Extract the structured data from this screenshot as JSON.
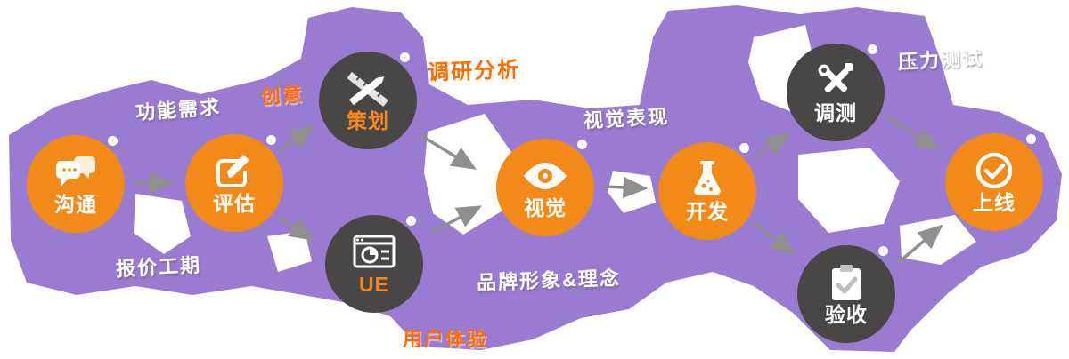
{
  "diagram": {
    "colors": {
      "background_purple": "#9a7bd2",
      "accent_orange": "#f18a18",
      "dark_gray": "#494646",
      "arrow_gray": "#8f8f8f",
      "text_white": "#ffffff",
      "text_orange": "#ff6d00"
    },
    "steps": [
      {
        "label": "沟通",
        "icon": "chat-bubbles-icon",
        "variant": "orange"
      },
      {
        "label": "评估",
        "icon": "edit-pencil-icon",
        "variant": "orange"
      },
      {
        "label": "策划",
        "icon": "ruler-pencil-icon",
        "variant": "dark"
      },
      {
        "label": "UE",
        "icon": "browser-chart-icon",
        "variant": "dark"
      },
      {
        "label": "视觉",
        "icon": "eye-icon",
        "variant": "orange"
      },
      {
        "label": "开发",
        "icon": "flask-icon",
        "variant": "orange"
      },
      {
        "label": "调测",
        "icon": "tools-icon",
        "variant": "dark"
      },
      {
        "label": "验收",
        "icon": "clipboard-check-icon",
        "variant": "dark"
      },
      {
        "label": "上线",
        "icon": "check-circle-icon",
        "variant": "orange"
      }
    ],
    "annotations": [
      {
        "text": "功能需求",
        "color": "white"
      },
      {
        "text": "报价工期",
        "color": "white"
      },
      {
        "text": "创意",
        "color": "orange"
      },
      {
        "text": "调研分析",
        "color": "orange"
      },
      {
        "text": "视觉表现",
        "color": "white"
      },
      {
        "text": "品牌形象&理念",
        "color": "white"
      },
      {
        "text": "用户体验",
        "color": "orange"
      },
      {
        "text": "压力测试",
        "color": "white"
      }
    ],
    "flow": [
      "沟通→评估",
      "评估→策划",
      "评估→UE",
      "策划→视觉",
      "UE→视觉",
      "视觉→开发",
      "开发→调测",
      "开发→验收",
      "调测→上线",
      "验收→上线"
    ]
  }
}
